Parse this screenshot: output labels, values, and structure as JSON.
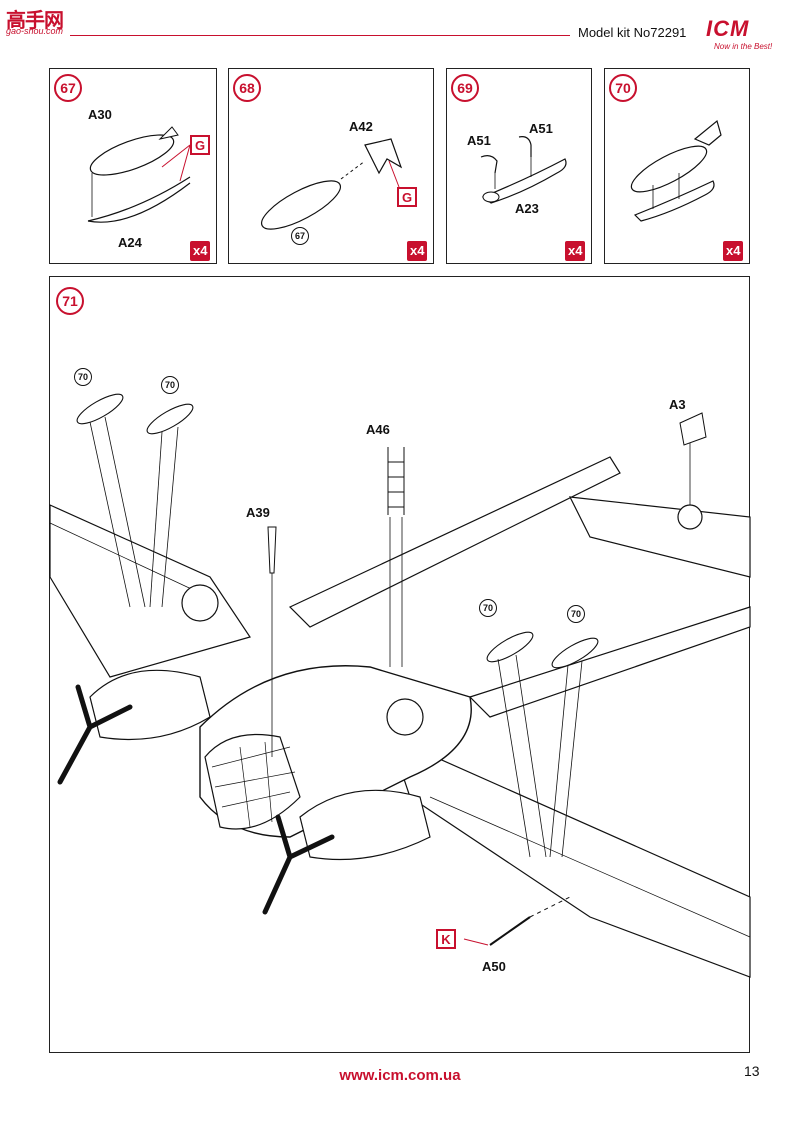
{
  "header": {
    "watermark": "高手网",
    "watermark_sub": "gao-shou.com",
    "kit_title": "Model kit No72291",
    "brand": "ICM",
    "slogan": "Now in the Best!"
  },
  "steps": [
    {
      "number": "67",
      "parts": [
        "A30",
        "A24"
      ],
      "glue_marker": "G",
      "quantity": "x4"
    },
    {
      "number": "68",
      "parts": [
        "A42"
      ],
      "glue_marker": "G",
      "reference": "67",
      "quantity": "x4"
    },
    {
      "number": "69",
      "parts": [
        "A51",
        "A51",
        "A23"
      ],
      "quantity": "x4"
    },
    {
      "number": "70",
      "quantity": "x4"
    }
  ],
  "main_step": {
    "number": "71",
    "refs": [
      "70",
      "70",
      "70",
      "70"
    ],
    "parts": [
      "A3",
      "A46",
      "A39",
      "A50"
    ],
    "clear_marker": "K"
  },
  "footer": {
    "url": "www.icm.com.ua",
    "page": "13"
  },
  "colors": {
    "accent": "#c8102e",
    "line": "#222222"
  }
}
